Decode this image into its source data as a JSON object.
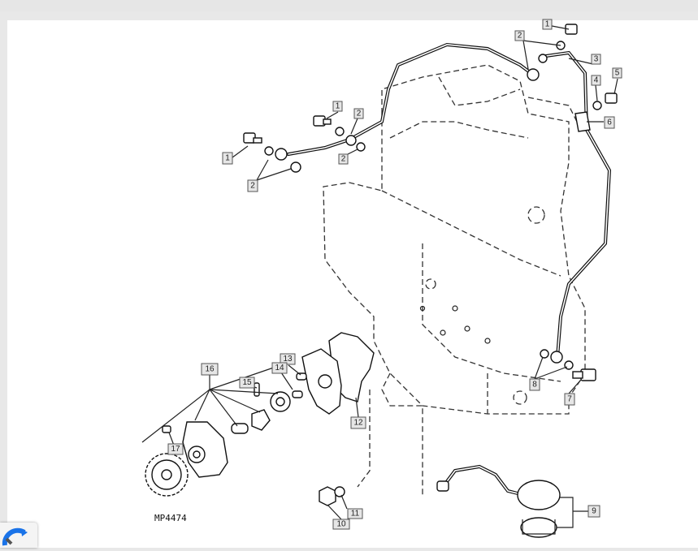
{
  "diagram_code": "MP4474",
  "callouts": [
    "1",
    "2",
    "3",
    "4",
    "5",
    "6",
    "7",
    "8",
    "9",
    "10",
    "11",
    "12",
    "13",
    "14",
    "15",
    "16",
    "17"
  ],
  "colors": {
    "callout_fill": "#e6e6e6",
    "line": "#222222",
    "badge_accent": "#1a73e8"
  },
  "icons": {
    "badge": "recaptcha-icon"
  }
}
